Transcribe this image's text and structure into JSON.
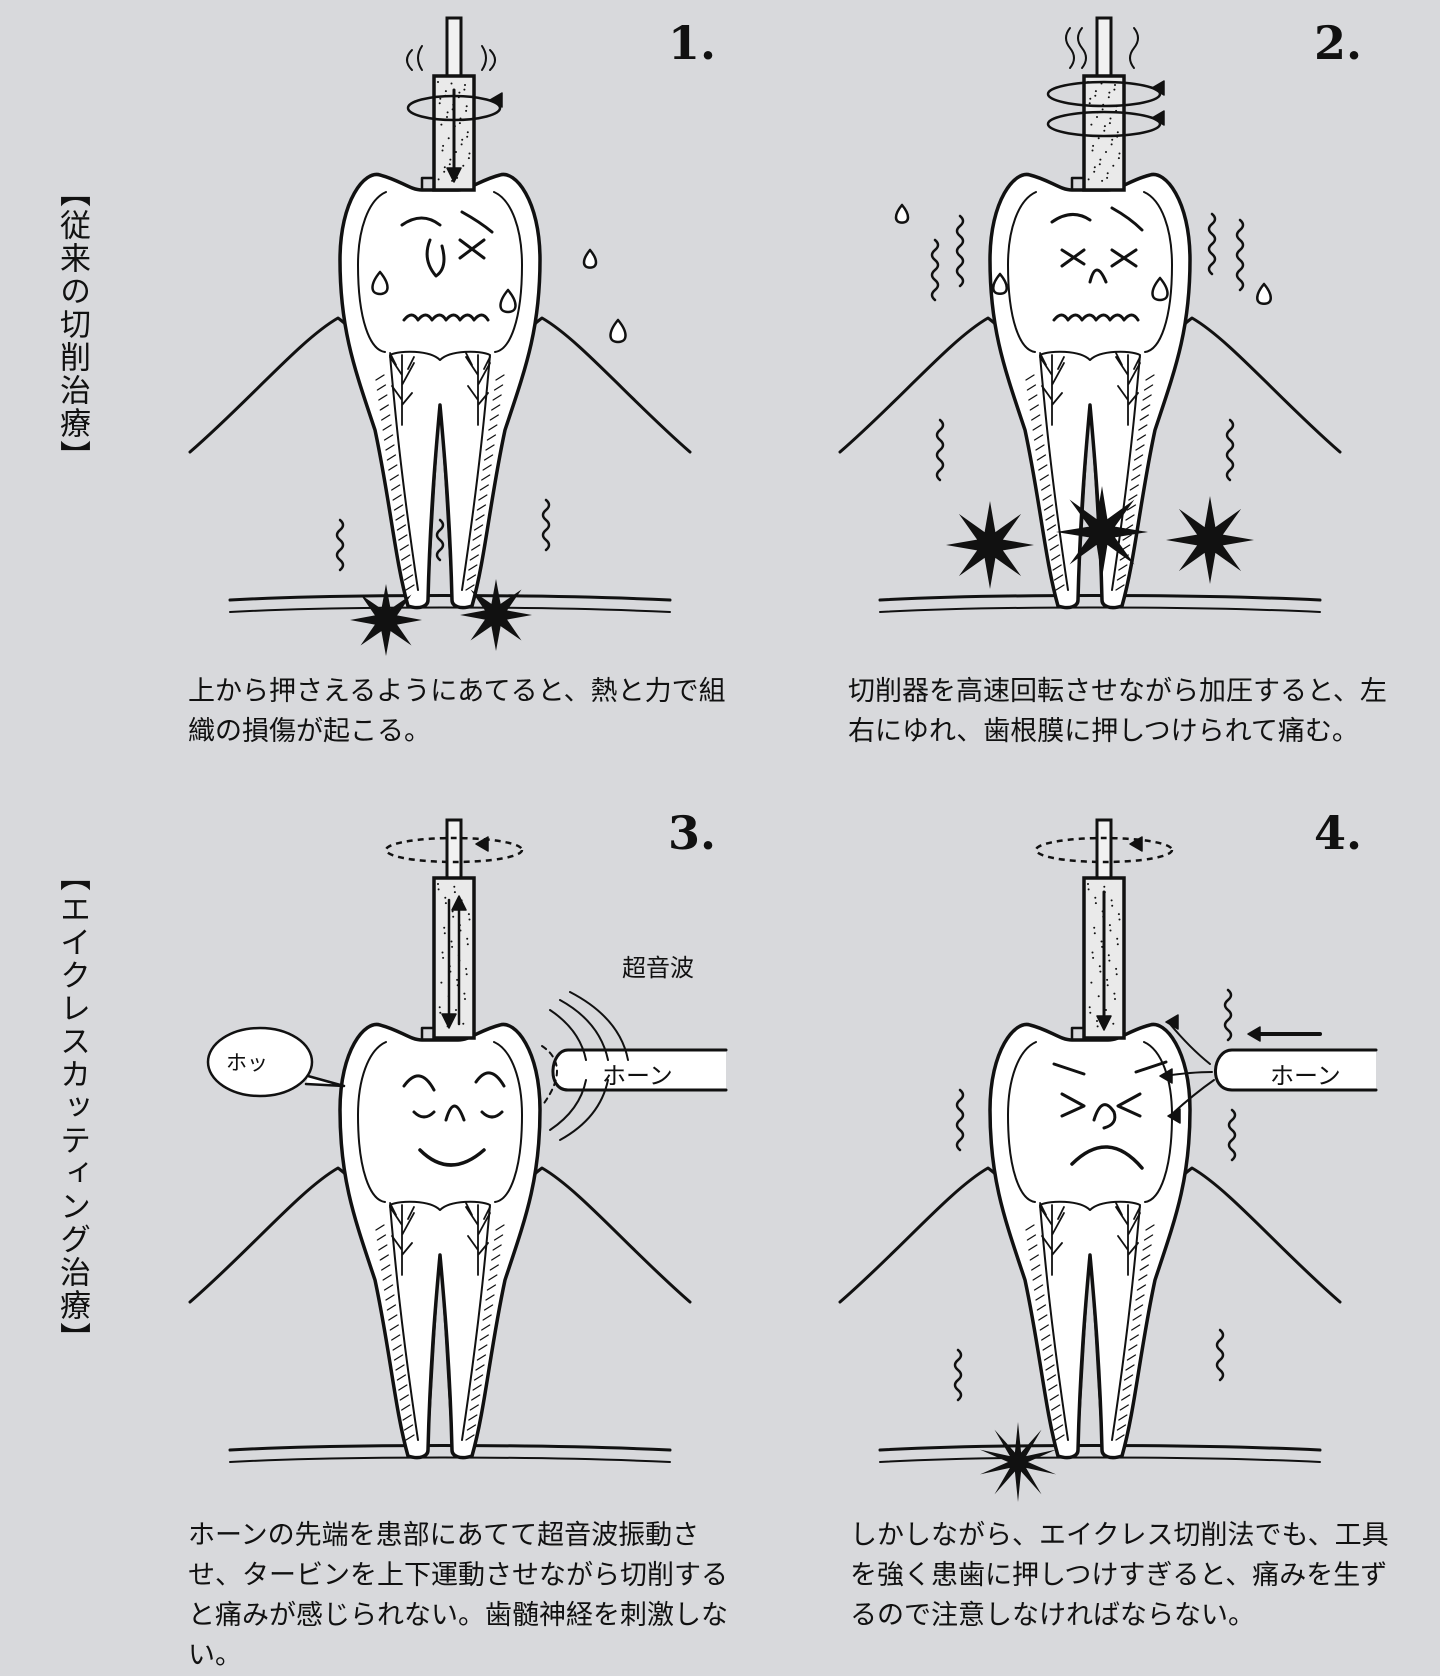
{
  "side_labels": {
    "conventional": "【従来の切削治療】",
    "acreless": "【エイクレスカッティング治療】"
  },
  "panels": [
    {
      "number": "1.",
      "caption": "上から押さえるようにあてると、熱と力で組織の損傷が起こる。"
    },
    {
      "number": "2.",
      "caption": "切削器を高速回転させながら加圧すると、左右にゆれ、歯根膜に押しつけられて痛む。"
    },
    {
      "number": "3.",
      "caption": "ホーンの先端を患部にあてて超音波振動させ、タービンを上下運動させながら切削すると痛みが感じられない。歯髄神経を刺激しない。",
      "ultrasound_label": "超音波",
      "horn_label": "ホーン",
      "speech_bubble": "ホッ"
    },
    {
      "number": "4.",
      "caption": "しかしながら、エイクレス切削法でも、工具を強く患歯に押しつけすぎると、痛みを生ずるので注意しなければならない。",
      "horn_label": "ホーン"
    }
  ],
  "colors": {
    "background": "#d8d9dc",
    "ink": "#111111",
    "tooth_fill": "#ffffff",
    "drill_fill": "#f2f2f2"
  },
  "icons": [
    "drill-icon",
    "tooth-icon",
    "pain-star-icon",
    "sweat-drop-icon",
    "rotation-arrow-icon",
    "horn-icon",
    "sound-wave-icon"
  ]
}
